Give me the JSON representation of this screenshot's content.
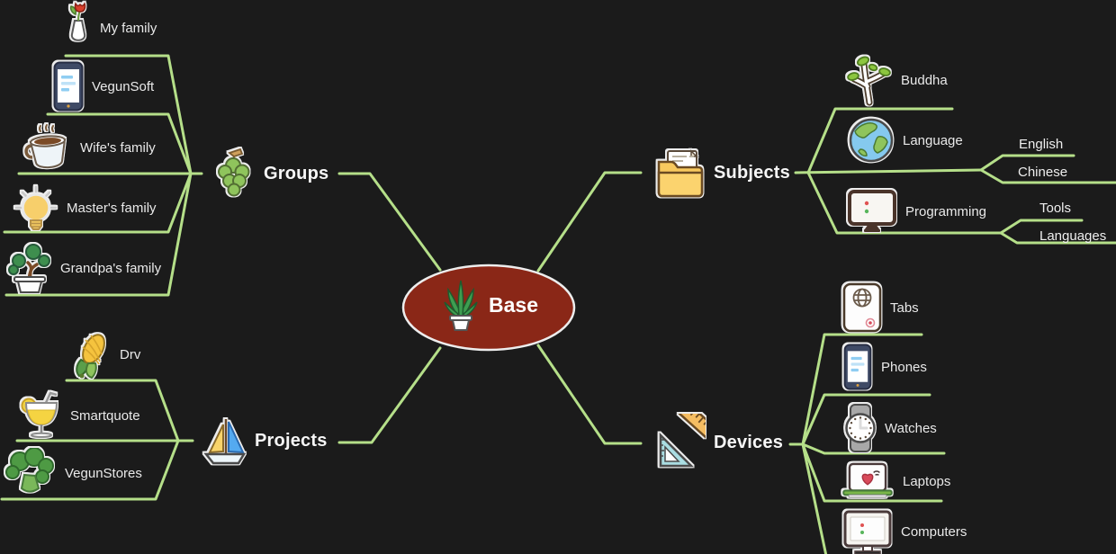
{
  "colors": {
    "background": "#1b1b1b",
    "line": "#b5df89",
    "center_fill": "#8a2717",
    "center_border": "#ededed",
    "branch_text": "#f6f6f6",
    "child_text": "#e9e9e9"
  },
  "center": {
    "label": "Base",
    "icon": "potted-plant-icon"
  },
  "branches": {
    "groups": {
      "label": "Groups",
      "icon": "grapes-icon",
      "children": [
        {
          "label": "My family",
          "icon": "tulip-vase-icon"
        },
        {
          "label": "VegunSoft",
          "icon": "smartphone-icon"
        },
        {
          "label": "Wife's family",
          "icon": "coffee-cup-icon"
        },
        {
          "label": "Master's family",
          "icon": "lightbulb-icon"
        },
        {
          "label": "Grandpa's family",
          "icon": "bonsai-icon"
        }
      ]
    },
    "subjects": {
      "label": "Subjects",
      "icon": "folder-icon",
      "children": [
        {
          "label": "Buddha",
          "icon": "sprout-icon"
        },
        {
          "label": "Language",
          "icon": "globe-icon",
          "children": [
            {
              "label": "English"
            },
            {
              "label": "Chinese"
            }
          ]
        },
        {
          "label": "Programming",
          "icon": "monitor-icon",
          "children": [
            {
              "label": "Tools"
            },
            {
              "label": "Languages"
            }
          ]
        }
      ]
    },
    "projects": {
      "label": "Projects",
      "icon": "sailboat-icon",
      "children": [
        {
          "label": "Drv",
          "icon": "corn-icon"
        },
        {
          "label": "Smartquote",
          "icon": "cocktail-icon"
        },
        {
          "label": "VegunStores",
          "icon": "broccoli-icon"
        }
      ]
    },
    "devices": {
      "label": "Devices",
      "icon": "ruler-setsquare-icon",
      "children": [
        {
          "label": "Tabs",
          "icon": "tablet-icon"
        },
        {
          "label": "Phones",
          "icon": "smartphone-icon"
        },
        {
          "label": "Watches",
          "icon": "watch-icon"
        },
        {
          "label": "Laptops",
          "icon": "laptop-icon"
        },
        {
          "label": "Computers",
          "icon": "desktop-icon"
        }
      ]
    }
  }
}
